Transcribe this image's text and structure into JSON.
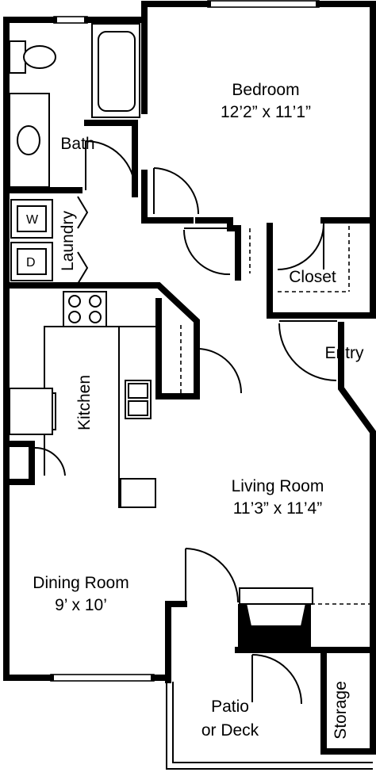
{
  "rooms": {
    "bedroom": {
      "name": "Bedroom",
      "dims": "12’2” x 11’1”"
    },
    "bath": {
      "name": "Bath"
    },
    "laundry": {
      "name": "Laundry",
      "washer": "W",
      "dryer": "D"
    },
    "closet": {
      "name": "Closet"
    },
    "entry": {
      "name": "Entry"
    },
    "kitchen": {
      "name": "Kitchen"
    },
    "living_room": {
      "name": "Living Room",
      "dims": "11’3” x 11’4”"
    },
    "dining_room": {
      "name": "Dining Room",
      "dims": "9’ x 10’"
    },
    "patio": {
      "line1": "Patio",
      "line2": "or Deck"
    },
    "storage": {
      "name": "Storage"
    }
  }
}
